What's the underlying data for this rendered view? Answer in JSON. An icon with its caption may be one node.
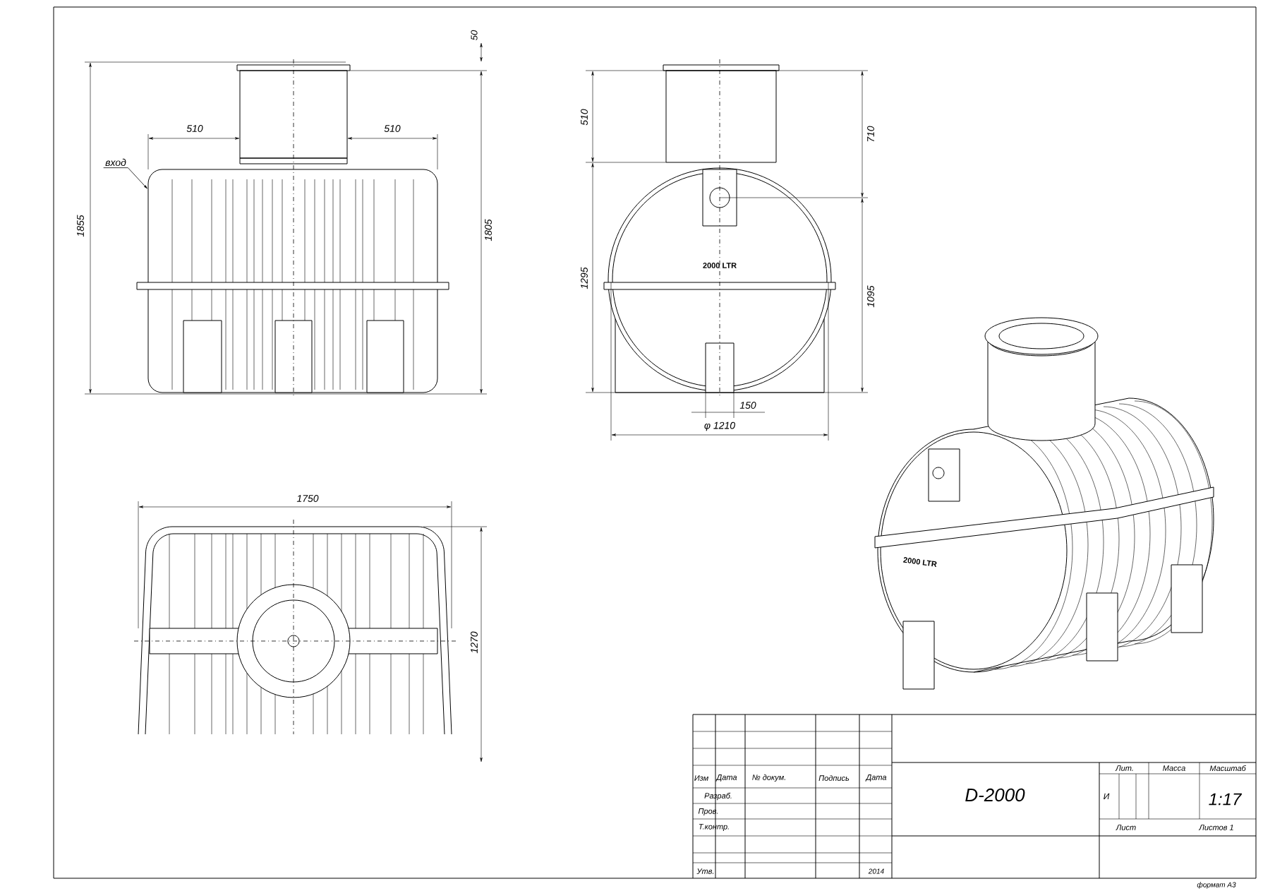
{
  "diagram": {
    "nodes": [
      {
        "text": [
          "вход"
        ]
      },
      {
        "text": [],
        "shape": "picture"
      }
    ],
    "edges": [
      {
        "from": 0,
        "to": 1,
        "arrow": "to"
      }
    ],
    "labels": [
      "50",
      "1855",
      "510",
      "510",
      "1805",
      "510",
      "710",
      "1295",
      "2000 LTR",
      "1095",
      "150",
      "φ 1210",
      "1750",
      "1270",
      "2000 LTR",
      "Изм",
      "Дата",
      "№ докум.",
      "Подпись",
      "Дата",
      "Разраб.",
      "Пров.",
      "Т.контр.",
      "Утв.",
      "2014",
      "D-2000",
      "Лит.",
      "Масса",
      "Масштаб",
      "И",
      "1:17",
      "Лист",
      "Листов 1",
      "формат А3"
    ]
  }
}
